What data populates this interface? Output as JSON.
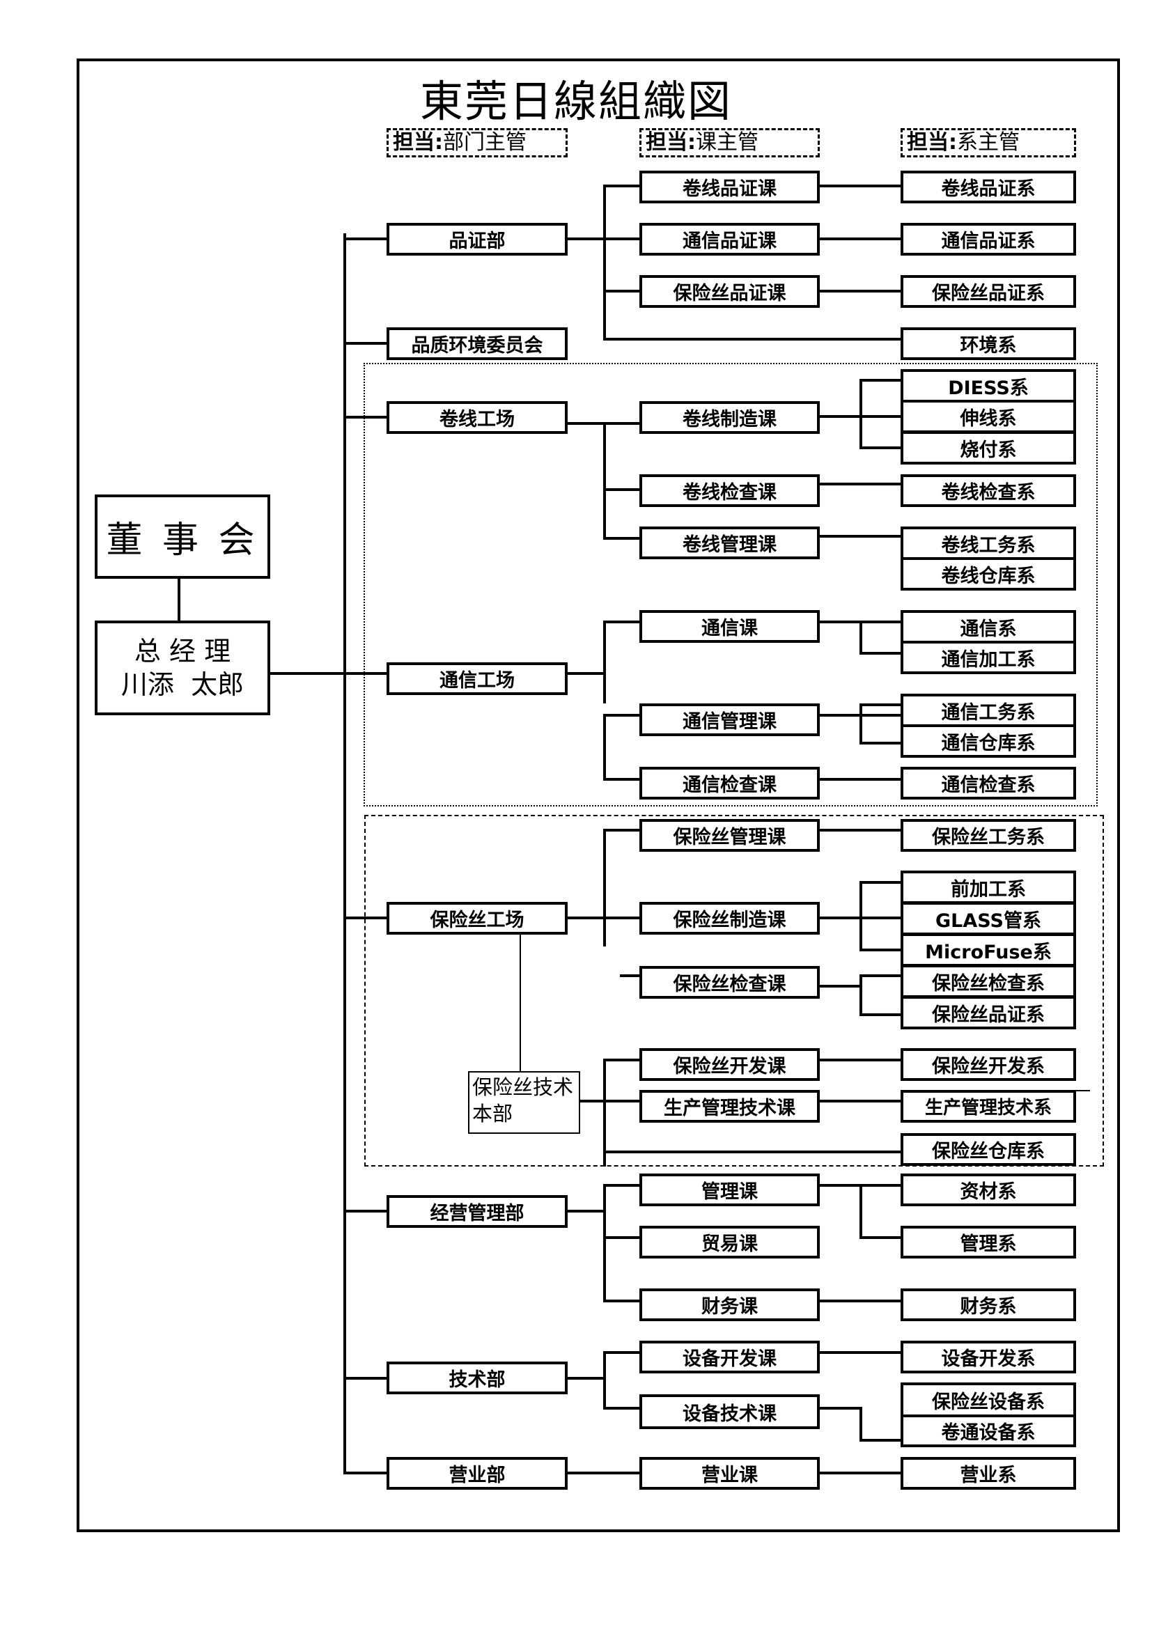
{
  "title": "東莞日線組織図",
  "legend": {
    "dept": {
      "prefix": "担当:",
      "role": "部门主管"
    },
    "section": {
      "prefix": "担当:",
      "role": "课主管"
    },
    "system": {
      "prefix": "担当:",
      "role": "系主管"
    }
  },
  "board": {
    "label": "董 事 会"
  },
  "gm": {
    "title": "总 经 理",
    "name": "川添  太郎"
  },
  "departments": {
    "quality": "品证部",
    "env_committee": "品质环境委员会",
    "coil_factory": "卷线工场",
    "comm_factory": "通信工场",
    "fuse_factory": "保险丝工场",
    "fuse_tech_hq": "保险丝技术本部",
    "business_mgmt": "经营管理部",
    "tech": "技术部",
    "sales": "营业部"
  },
  "sections": {
    "coil_qa": "卷线品证课",
    "comm_qa": "通信品证课",
    "fuse_qa": "保险丝品证课",
    "coil_mfg": "卷线制造课",
    "coil_insp": "卷线检查课",
    "coil_mgmt": "卷线管理课",
    "comm": "通信课",
    "comm_mgmt": "通信管理课",
    "comm_insp": "通信检查课",
    "fuse_mgmt": "保险丝管理课",
    "fuse_mfg": "保险丝制造课",
    "fuse_insp": "保险丝检查课",
    "fuse_dev": "保险丝开发课",
    "prod_mgmt_tech": "生产管理技术课",
    "mgmt": "管理课",
    "trade": "贸易课",
    "finance": "财务课",
    "equip_dev": "设备开发课",
    "equip_tech": "设备技术课",
    "sales": "营业课"
  },
  "systems": {
    "coil_qa": "卷线品证系",
    "comm_qa": "通信品证系",
    "fuse_qa": "保险丝品证系",
    "env": "环境系",
    "diess": "DIESS系",
    "drawing": "伸线系",
    "baking": "烧付系",
    "coil_insp": "卷线检查系",
    "coil_affairs": "卷线工务系",
    "coil_warehouse": "卷线仓库系",
    "comm": "通信系",
    "comm_process": "通信加工系",
    "comm_affairs": "通信工务系",
    "comm_warehouse": "通信仓库系",
    "comm_insp": "通信检查系",
    "fuse_affairs": "保险丝工务系",
    "pre_process": "前加工系",
    "glass_tube": "GLASS管系",
    "microfuse": "MicroFuse系",
    "fuse_insp": "保险丝检查系",
    "fuse_qa2": "保险丝品证系",
    "fuse_dev": "保险丝开发系",
    "prod_mgmt_tech": "生产管理技术系",
    "fuse_warehouse": "保险丝仓库系",
    "materials": "资材系",
    "mgmt": "管理系",
    "finance": "财务系",
    "equip_dev": "设备开发系",
    "fuse_equip": "保险丝设备系",
    "coil_comm_equip": "卷通设备系",
    "sales": "营业系"
  }
}
